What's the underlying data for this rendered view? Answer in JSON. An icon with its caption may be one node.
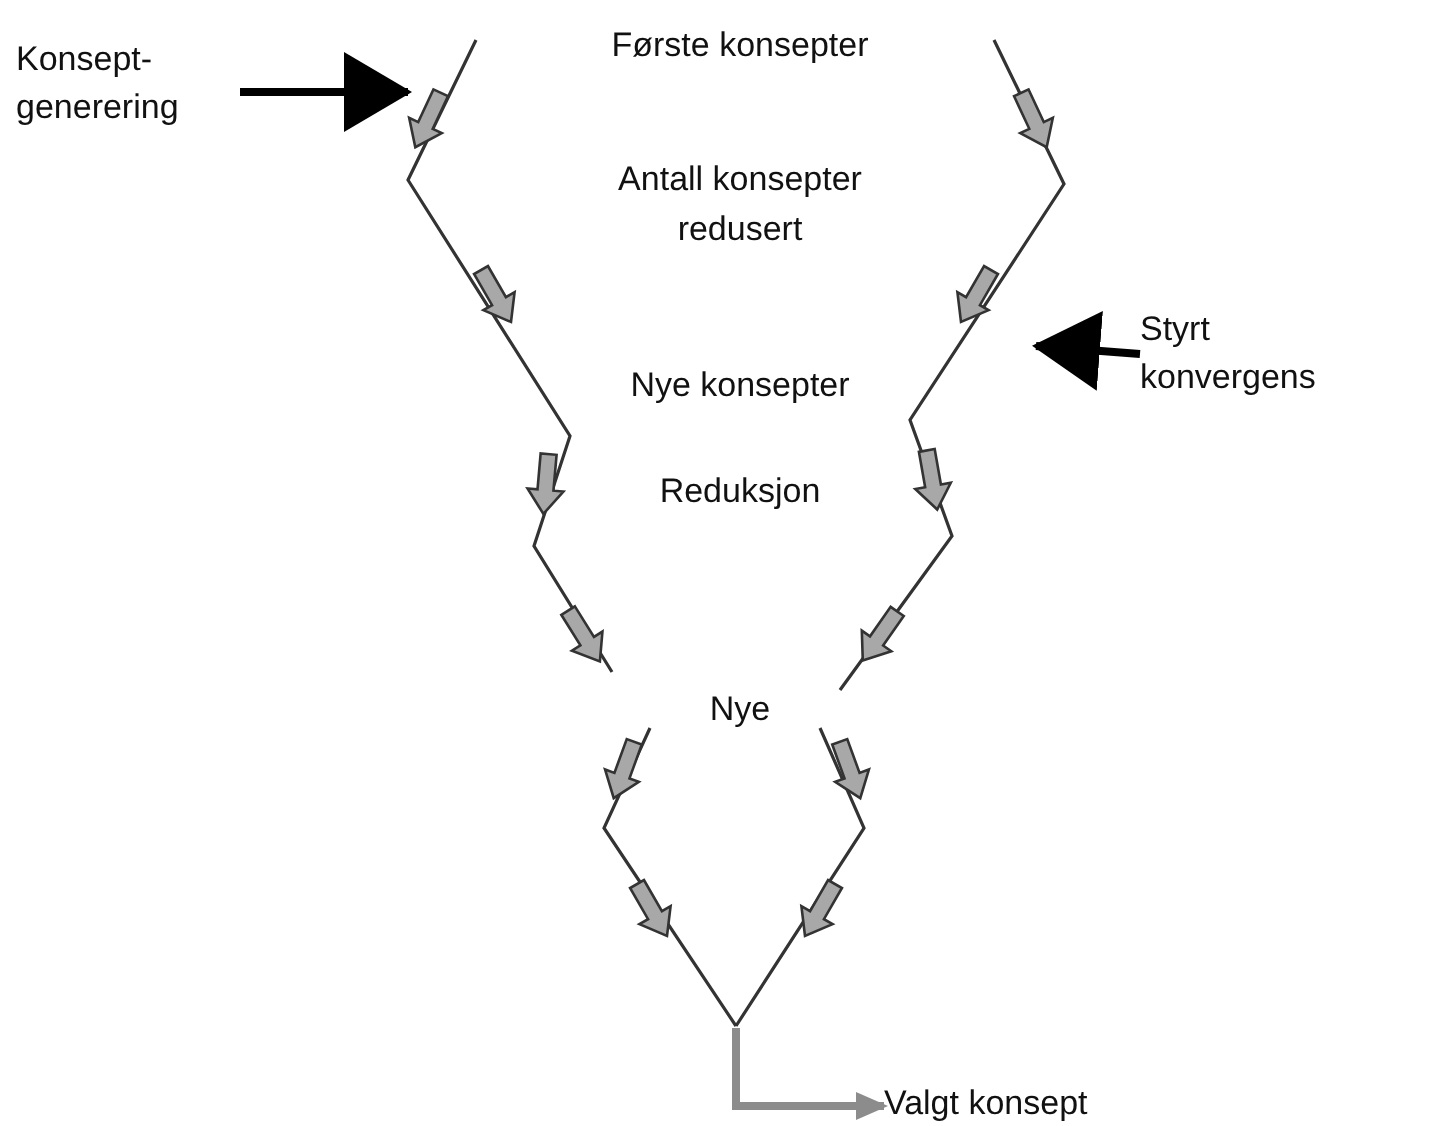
{
  "diagram": {
    "nodes": [
      {
        "text": [
          "Konsept-generering"
        ]
      },
      {
        "text": [
          "Styrt konvergens"
        ]
      },
      {
        "text": [
          "Valgt konsept"
        ]
      }
    ],
    "edges": [
      {
        "from": 0,
        "to": null,
        "arrow": "to"
      },
      {
        "from": 1,
        "to": null,
        "arrow": "to"
      },
      {
        "from": null,
        "to": 2,
        "arrow": "to",
        "color": "#8c8c8c"
      }
    ],
    "labels": [
      "Første konsepter",
      "Antall konsepter redusert",
      "Nye konsepter",
      "Reduksjon",
      "Nye"
    ]
  }
}
